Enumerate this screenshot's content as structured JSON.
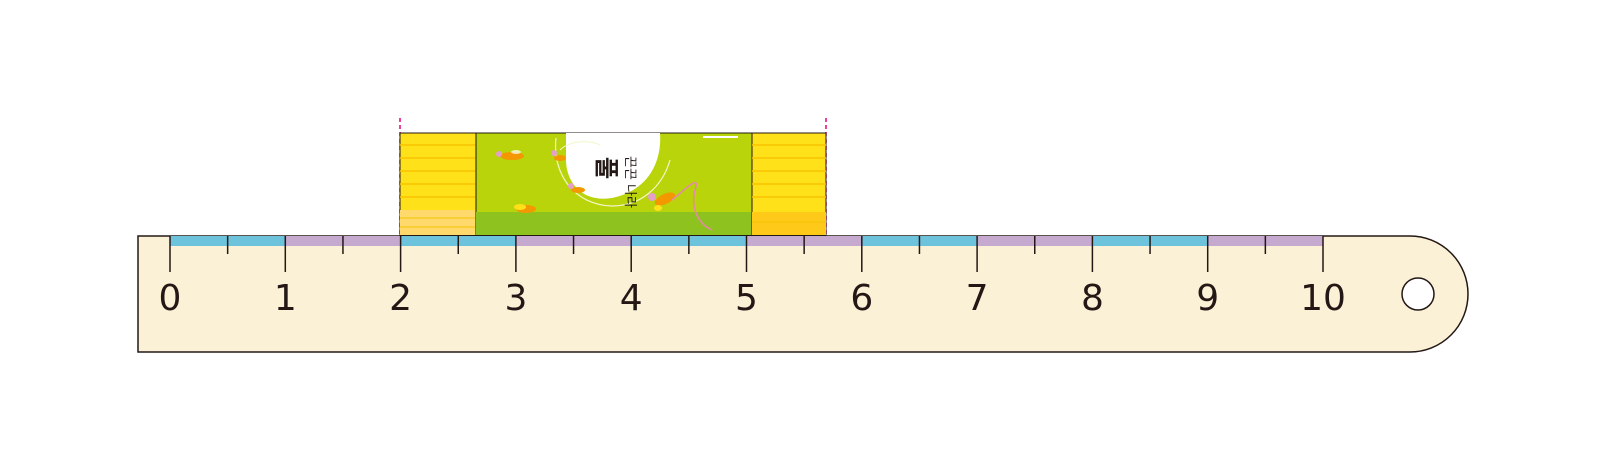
{
  "ruler": {
    "tick_labels": [
      "0",
      "1",
      "2",
      "3",
      "4",
      "5",
      "6",
      "7",
      "8",
      "9",
      "10"
    ],
    "min": 0,
    "max": 10,
    "unit_colors": [
      "#6ec3dc",
      "#c6a9cf"
    ],
    "body_color": "#fbf1d6",
    "outline_color": "#231815"
  },
  "object": {
    "name": "glue-stick",
    "start": 2,
    "end": 5.7,
    "label_text": "풀",
    "sublabel_text": "끈끈 나라"
  },
  "colors": {
    "glue_body": "#b9d40a",
    "glue_band": "#8ec21f",
    "cap": "#ffe11a",
    "guide_line": "#e4007f"
  }
}
